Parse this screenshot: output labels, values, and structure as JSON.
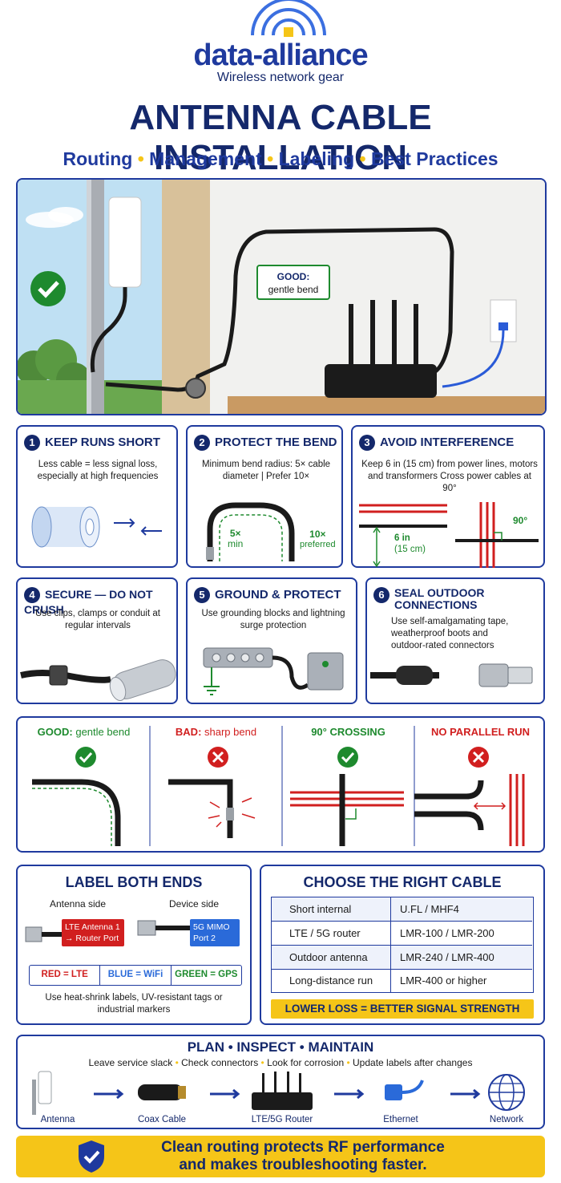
{
  "brand": {
    "name": "data-alliance",
    "tagline": "Wireless network gear"
  },
  "title": "ANTENNA CABLE INSTALLATION",
  "subtitle": [
    "Routing",
    "Management",
    "Labeling",
    "Best Practices"
  ],
  "hero": {
    "callout_title": "GOOD:",
    "callout_text": "gentle bend"
  },
  "cards": [
    {
      "num": "1",
      "title": "KEEP RUNS SHORT",
      "text": "Less cable = less signal loss, especially at high frequencies"
    },
    {
      "num": "2",
      "title": "PROTECT THE BEND",
      "text": "Minimum bend radius: 5× cable diameter  |  Prefer 10×",
      "label_min": "5×",
      "label_min2": "min",
      "label_pref": "10×",
      "label_pref2": "preferred"
    },
    {
      "num": "3",
      "title": "AVOID INTERFERENCE",
      "text": "Keep 6 in (15 cm) from power lines, motors and transformers Cross power cables at 90°",
      "label_dist": "6 in",
      "label_dist2": "(15 cm)",
      "label_angle": "90°"
    },
    {
      "num": "4",
      "title": "SECURE — DO NOT CRUSH",
      "text": "Use clips, clamps or conduit at regular intervals"
    },
    {
      "num": "5",
      "title": "GROUND & PROTECT",
      "text": "Use grounding blocks and lightning surge protection"
    },
    {
      "num": "6",
      "title": "SEAL OUTDOOR CONNECTIONS",
      "text": "Use self-amalgamating tape, weatherproof boots and outdoor-rated connectors"
    }
  ],
  "comparisons": [
    {
      "prefix": "GOOD:",
      "rest": " gentle bend",
      "status": "good"
    },
    {
      "prefix": "BAD:",
      "rest": " sharp bend",
      "status": "bad"
    },
    {
      "prefix": "90° CROSSING",
      "rest": "",
      "status": "good"
    },
    {
      "prefix": "NO PARALLEL RUN",
      "rest": "",
      "status": "bad"
    }
  ],
  "label_section": {
    "title": "LABEL BOTH ENDS",
    "antenna_side": "Antenna side",
    "device_side": "Device side",
    "tag_lte_1": "LTE Antenna 1",
    "tag_lte_2": "→ Router Port A",
    "tag_5g_1": "5G MIMO",
    "tag_5g_2": "Port 2",
    "legend": [
      "RED = LTE",
      "BLUE = WiFi",
      "GREEN = GPS"
    ],
    "note": "Use heat-shrink labels, UV-resistant tags or industrial markers"
  },
  "cable_section": {
    "title": "CHOOSE THE RIGHT CABLE",
    "rows": [
      [
        "Short internal",
        "U.FL / MHF4"
      ],
      [
        "LTE / 5G router",
        "LMR-100 / LMR-200"
      ],
      [
        "Outdoor antenna",
        "LMR-240 / LMR-400"
      ],
      [
        "Long-distance run",
        "LMR-400 or higher"
      ]
    ],
    "banner": "LOWER LOSS = BETTER SIGNAL STRENGTH"
  },
  "plan": {
    "title": "PLAN • INSPECT • MAINTAIN",
    "tips": [
      "Leave service slack",
      "Check connectors",
      "Look for corrosion",
      "Update labels after changes"
    ],
    "steps": [
      "Antenna",
      "Coax Cable",
      "LTE/5G Router",
      "Ethernet",
      "Network"
    ]
  },
  "footer": {
    "line1": "Clean routing protects RF performance",
    "line2": "and makes troubleshooting faster."
  },
  "colors": {
    "navy": "#14286b",
    "accent_blue": "#1f3a9e",
    "yellow": "#f5c518",
    "good": "#1e8a2e",
    "bad": "#d11f1f"
  }
}
